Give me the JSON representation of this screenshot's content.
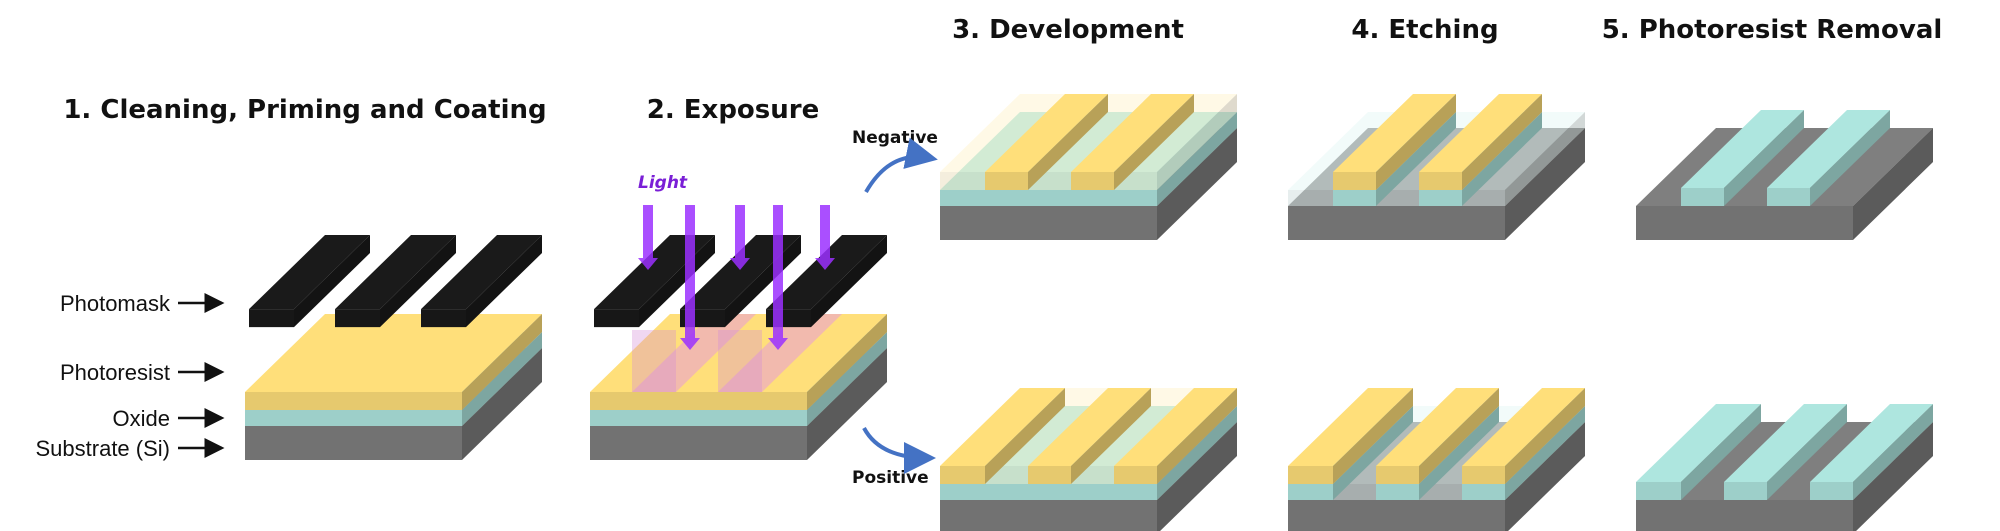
{
  "steps": [
    {
      "title": "1. Cleaning, Priming and Coating"
    },
    {
      "title": "2. Exposure"
    },
    {
      "title": "3. Development"
    },
    {
      "title": "4. Etching"
    },
    {
      "title": "5. Photoresist Removal"
    }
  ],
  "layers": {
    "photomask": "Photomask",
    "photoresist": "Photoresist",
    "oxide": "Oxide",
    "substrate": "Substrate (Si)"
  },
  "branches": {
    "negative": "Negative",
    "positive": "Positive"
  },
  "light_label": "Light",
  "colors": {
    "substrate": "#7f7f7f",
    "oxide": "#aee6df",
    "photoresist": "#ffdf7a",
    "photomask": "#1a1a1a",
    "light": "#9b30ff",
    "arrow_blue": "#4472c4"
  }
}
